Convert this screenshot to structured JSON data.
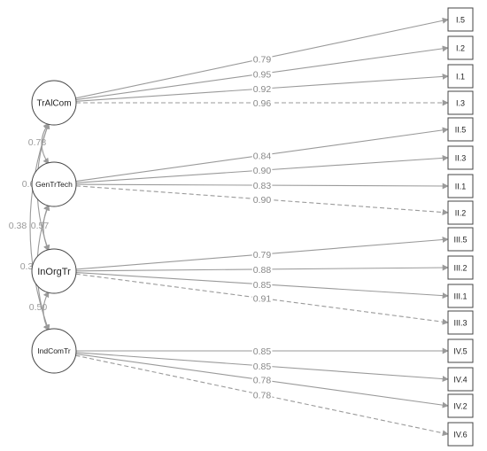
{
  "diagram": {
    "latents": [
      {
        "id": "f1",
        "label": "TrAlCom"
      },
      {
        "id": "f2",
        "label": "GenTrTech"
      },
      {
        "id": "f3",
        "label": "InOrgTr"
      },
      {
        "id": "f4",
        "label": "IndComTr"
      }
    ],
    "indicators": [
      {
        "label": "I.5",
        "factor": "f1",
        "loading": "0.79",
        "fixed": false
      },
      {
        "label": "I.2",
        "factor": "f1",
        "loading": "0.95",
        "fixed": false
      },
      {
        "label": "I.1",
        "factor": "f1",
        "loading": "0.92",
        "fixed": false
      },
      {
        "label": "I.3",
        "factor": "f1",
        "loading": "0.96",
        "fixed": true
      },
      {
        "label": "II.5",
        "factor": "f2",
        "loading": "0.84",
        "fixed": false
      },
      {
        "label": "II.3",
        "factor": "f2",
        "loading": "0.90",
        "fixed": false
      },
      {
        "label": "II.1",
        "factor": "f2",
        "loading": "0.83",
        "fixed": false
      },
      {
        "label": "II.2",
        "factor": "f2",
        "loading": "0.90",
        "fixed": true
      },
      {
        "label": "III.5",
        "factor": "f3",
        "loading": "0.79",
        "fixed": false
      },
      {
        "label": "III.2",
        "factor": "f3",
        "loading": "0.88",
        "fixed": false
      },
      {
        "label": "III.1",
        "factor": "f3",
        "loading": "0.85",
        "fixed": false
      },
      {
        "label": "III.3",
        "factor": "f3",
        "loading": "0.91",
        "fixed": true
      },
      {
        "label": "IV.5",
        "factor": "f4",
        "loading": "0.85",
        "fixed": false
      },
      {
        "label": "IV.4",
        "factor": "f4",
        "loading": "0.85",
        "fixed": false
      },
      {
        "label": "IV.2",
        "factor": "f4",
        "loading": "0.78",
        "fixed": false
      },
      {
        "label": "IV.6",
        "factor": "f4",
        "loading": "0.78",
        "fixed": true
      }
    ],
    "covariances": [
      {
        "from": "f1",
        "to": "f2",
        "value": "0.78"
      },
      {
        "from": "f2",
        "to": "f3",
        "value": "0.57"
      },
      {
        "from": "f3",
        "to": "f4",
        "value": "0.50"
      },
      {
        "from": "f1",
        "to": "f3",
        "value": "0.6"
      },
      {
        "from": "f2",
        "to": "f4",
        "value": "0.3"
      },
      {
        "from": "f1",
        "to": "f4",
        "value": "0.38"
      }
    ],
    "colors": {
      "edge": "#9a9a9a",
      "node_stroke": "#444444",
      "load_label": "#888888",
      "cov_label": "#999999"
    }
  }
}
